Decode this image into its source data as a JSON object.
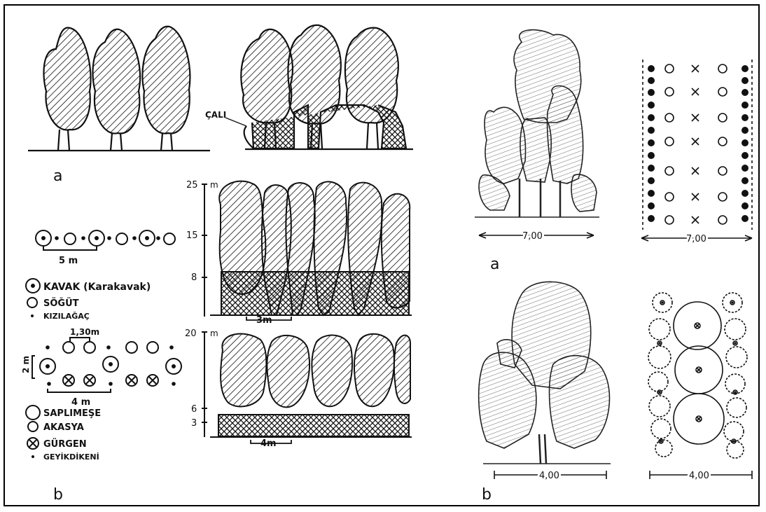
{
  "left_panel": {
    "label_a": "a",
    "label_b": "b",
    "cali_label": "ÇALI",
    "row1_spacing": "5 m",
    "legend1": {
      "kavak": "KAVAK (Karakavak)",
      "sogut": "SÖĞÜT",
      "kizilagac": "KIZILAĞAÇ"
    },
    "row2_spacing_top": "1,30m",
    "row2_spacing_side": "2 m",
    "row2_spacing_bottom": "4 m",
    "legend2": {
      "saplimese": "SAPLIMEŞE",
      "akasya": "AKASYA",
      "gurgen": "GÜRGEN",
      "geyikdikeni": "GEYİKDİKENİ"
    },
    "section1": {
      "unit": "m",
      "ticks": [
        "25",
        "15",
        "8"
      ],
      "spacing": "3m"
    },
    "section2": {
      "unit": "m",
      "ticks": [
        "20",
        "6",
        "3"
      ],
      "spacing": "4m"
    }
  },
  "right_panel": {
    "label_a": "a",
    "label_b": "b",
    "width_a_elevation": "7,00",
    "width_a_plan": "7,00",
    "width_b_elevation": "4,00",
    "width_b_plan": "4,00"
  }
}
